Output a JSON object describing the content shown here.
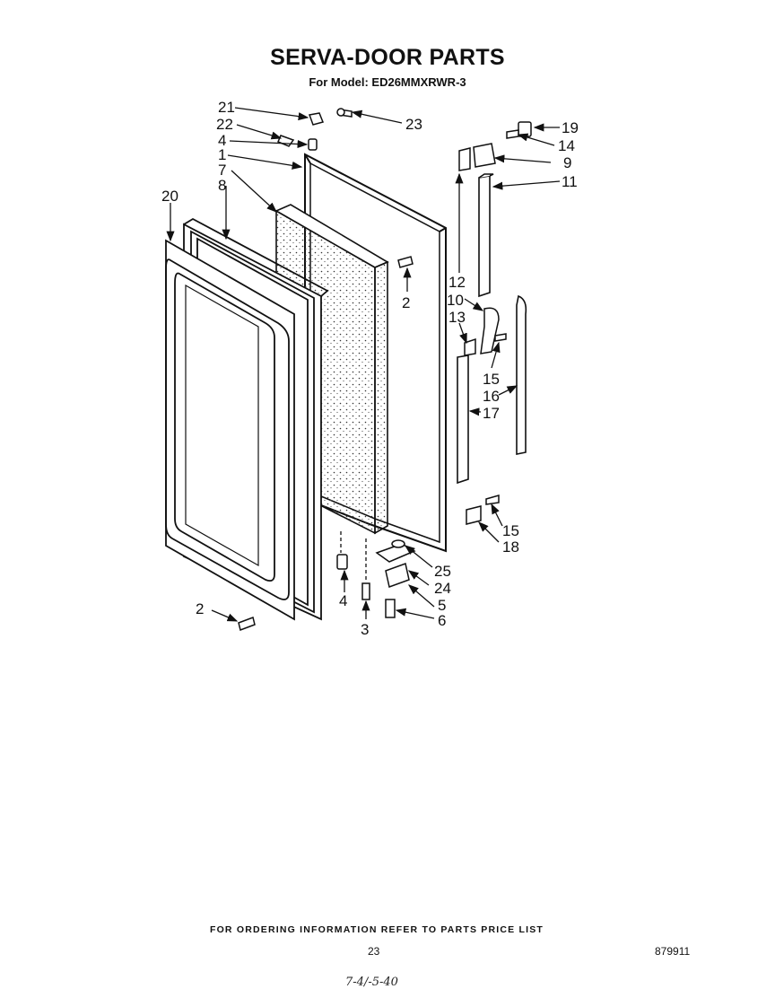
{
  "header": {
    "title": "SERVA-DOOR PARTS",
    "subtitle": "For Model: ED26MMXRWR-3"
  },
  "callouts": [
    "21",
    "22",
    "4",
    "1",
    "7",
    "8",
    "20",
    "23",
    "19",
    "14",
    "9",
    "11",
    "2",
    "12",
    "10",
    "13",
    "15",
    "16",
    "17",
    "15",
    "18",
    "25",
    "24",
    "4",
    "3",
    "5",
    "6",
    "2"
  ],
  "footer": {
    "ordering_note": "FOR ORDERING INFORMATION REFER TO PARTS PRICE LIST",
    "page_number": "23",
    "document_code": "879911",
    "handwritten_note": "7-4/-5-40"
  }
}
